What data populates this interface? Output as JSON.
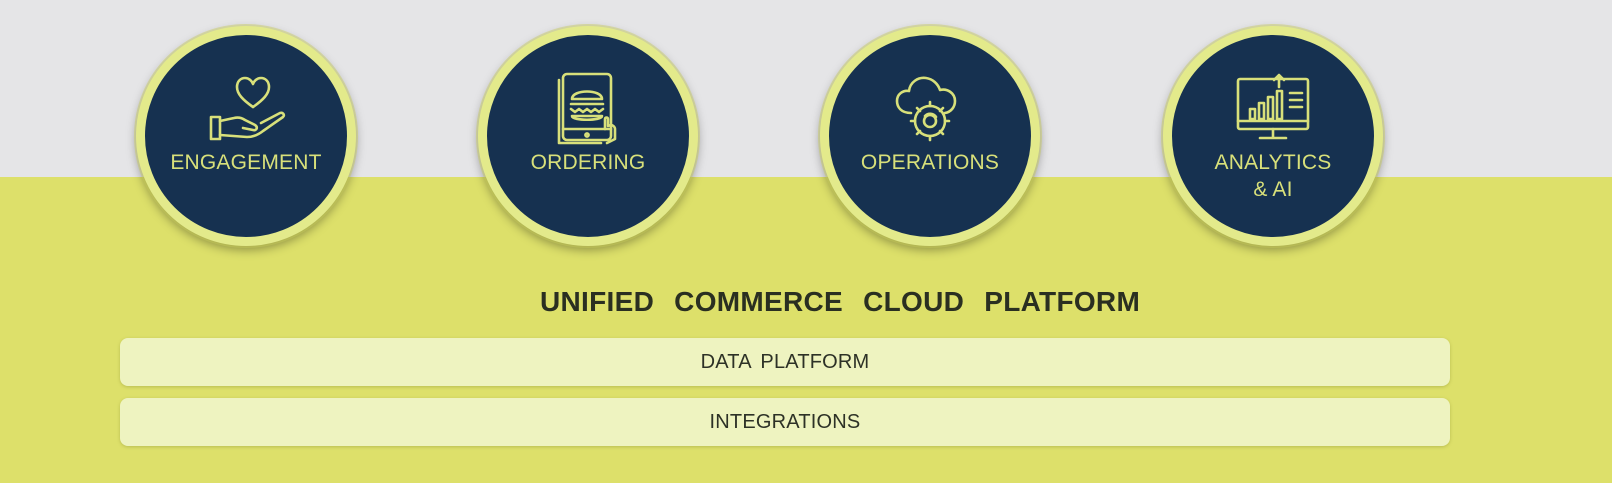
{
  "colors": {
    "top_band": "#e5e5e7",
    "bottom_band": "#dde06a",
    "circle_fill": "#163150",
    "circle_ring": "#e3ea8b",
    "icon_and_label": "#d8e07a",
    "bar_fill": "#eef3c0",
    "title_text": "#2a2f21"
  },
  "pillars": [
    {
      "label": "ENGAGEMENT",
      "icon": "heart-hand-icon"
    },
    {
      "label": "ORDERING",
      "icon": "menu-tablet-icon"
    },
    {
      "label": "OPERATIONS",
      "icon": "cloud-gear-icon"
    },
    {
      "label_line1": "ANALYTICS",
      "label_line2": "& AI",
      "icon": "analytics-monitor-icon"
    }
  ],
  "platform": {
    "title": "UNIFIED COMMERCE CLOUD PLATFORM",
    "layers": [
      "DATA PLATFORM",
      "INTEGRATIONS"
    ]
  }
}
